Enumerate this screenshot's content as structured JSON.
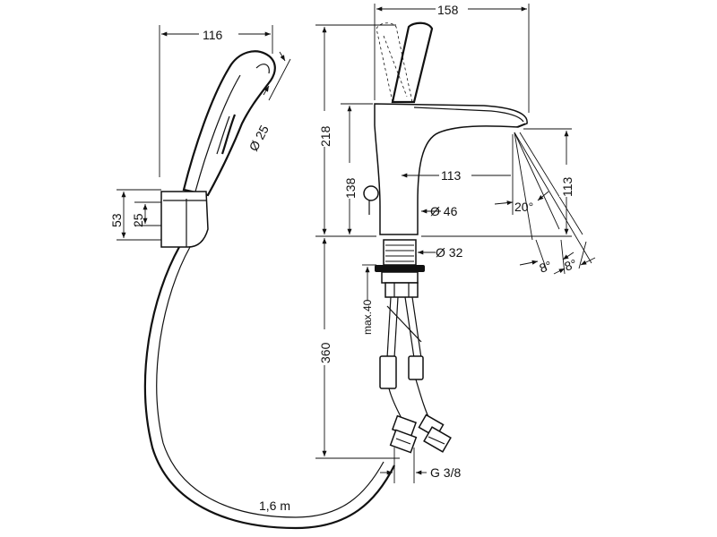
{
  "diagram": {
    "dimensions": {
      "handshower_width": "116",
      "handshower_head_diameter": "Ø 25",
      "holder_height": "53",
      "holder_inner": "25",
      "hose_length": "1,6 m",
      "faucet_width": "158",
      "faucet_height": "218",
      "spout_height_side": "138",
      "spout_reach": "113",
      "spout_height_right": "113",
      "body_diameter": "Ø 46",
      "spray_angle": "20°",
      "tilt_angle_left": "8°",
      "tilt_angle_right": "8°",
      "shank_diameter": "Ø 32",
      "max_deck_thickness": "max.40",
      "shank_length": "360",
      "connection_thread": "G 3/8"
    }
  }
}
